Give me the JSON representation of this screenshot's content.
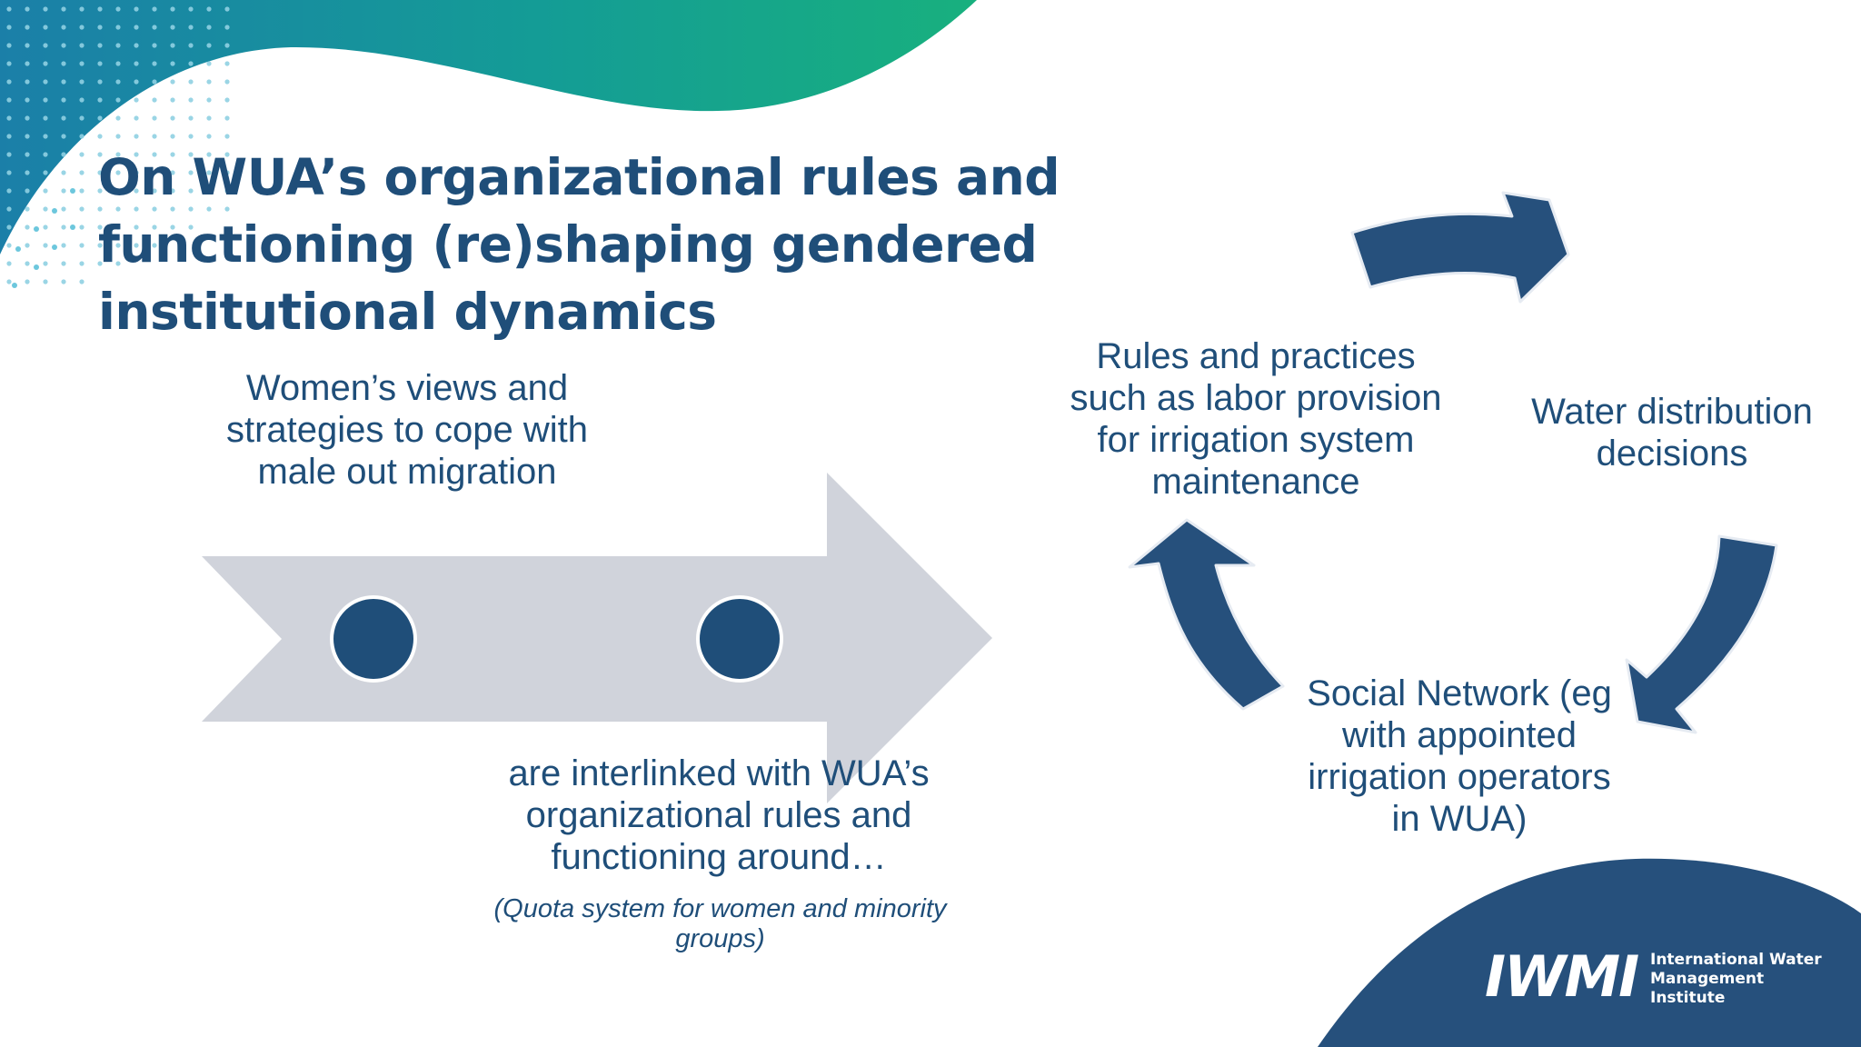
{
  "slide": {
    "title": "On WUA’s organizational rules and functioning (re)shaping gendered institutional dynamics"
  },
  "process_arrow": {
    "top_text": "Women’s views and strategies to cope with male out migration",
    "bottom_text": "are interlinked with WUA’s organizational rules and functioning around…",
    "note": "(Quota system for women and minority groups)"
  },
  "cycle": {
    "items": [
      "Rules and practices such as labor provision for irrigation system maintenance",
      "Water distribution decisions",
      "Social Network (eg with appointed irrigation operators in WUA)"
    ]
  },
  "logo": {
    "mark": "IWMI",
    "name": "International Water Management Institute"
  },
  "colors": {
    "navy": "#1f4e79",
    "arrow_gray": "#d0d3db",
    "teal": "#14a38e",
    "logo_blue": "#26507c"
  }
}
